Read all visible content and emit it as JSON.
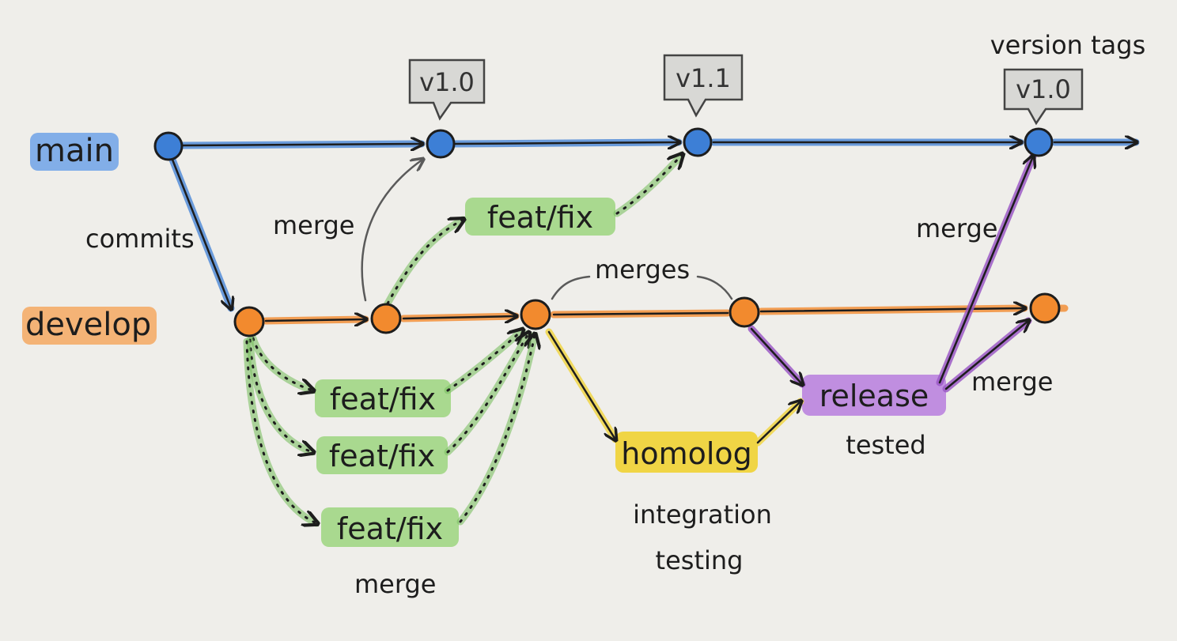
{
  "branches": {
    "main": "main",
    "develop": "develop"
  },
  "tags": {
    "first": "v1.0",
    "second": "v1.1",
    "third": "v1.0",
    "caption": "version tags"
  },
  "labels": {
    "commits": "commits",
    "merge_to_main_1": "merge",
    "merges": "merges",
    "merge_to_main_2": "merge",
    "merge_release_develop": "merge",
    "merge_features": "merge",
    "integration_line1": "integration",
    "integration_line2": "testing",
    "tested": "tested"
  },
  "boxes": {
    "hotfix": "feat/fix",
    "feature_1": "feat/fix",
    "feature_2": "feat/fix",
    "feature_3": "feat/fix",
    "homolog": "homolog",
    "release": "release"
  },
  "colors": {
    "main": "#3d7fd6",
    "develop": "#f28a2e",
    "feature": "#7bc063",
    "feature_bg": "#a9d98f",
    "homolog": "#f0d545",
    "release": "#9b59c6",
    "release_bg": "#c08ee0",
    "tag_bg": "#d8d8d5",
    "ink": "#1d1d1d"
  }
}
